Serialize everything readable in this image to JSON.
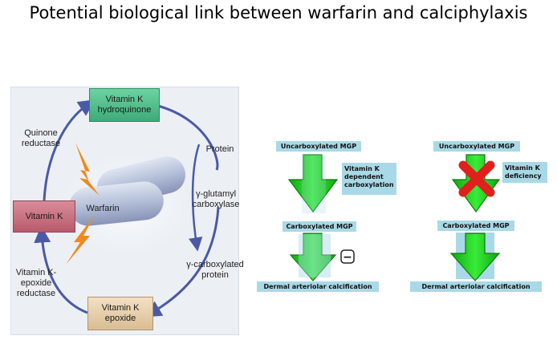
{
  "title": "Potential biological link between warfarin and calciphylaxis",
  "cycle": {
    "vitamin_k_hydroquinone": "Vitamin K hydroquinone",
    "vitamin_k": "Vitamin K",
    "vitamin_k_epoxide": "Vitamin K epoxide",
    "quinone_reductase": "Quinone reductase",
    "epoxide_reductase": "Vitamin K-epoxide reductase",
    "protein": "Protein",
    "gamma_carboxylase": "γ-glutamyl carboxylase",
    "gamma_carboxylated_protein": "γ-carboxylated protein",
    "warfarin": "Warfarin"
  },
  "normal_pathway": {
    "top": "Uncarboxylated MGP",
    "step_note": "Vitamin K dependent carboxylation",
    "middle": "Carboxylated MGP",
    "inhibit_symbol": "−",
    "bottom": "Dermal arteriolar calcification"
  },
  "deficient_pathway": {
    "top": "Uncarboxylated MGP",
    "step_note": "Vitamin K deficiency",
    "middle": "Carboxylated MGP",
    "bottom": "Dermal arteriolar calcification"
  },
  "colors": {
    "arrow_green": "#22d422",
    "cycle_arrow": "#4a5aa6",
    "box_blue": "#a9d9e6",
    "lightning": "#f08a1c",
    "cross_red": "#e0201c"
  }
}
